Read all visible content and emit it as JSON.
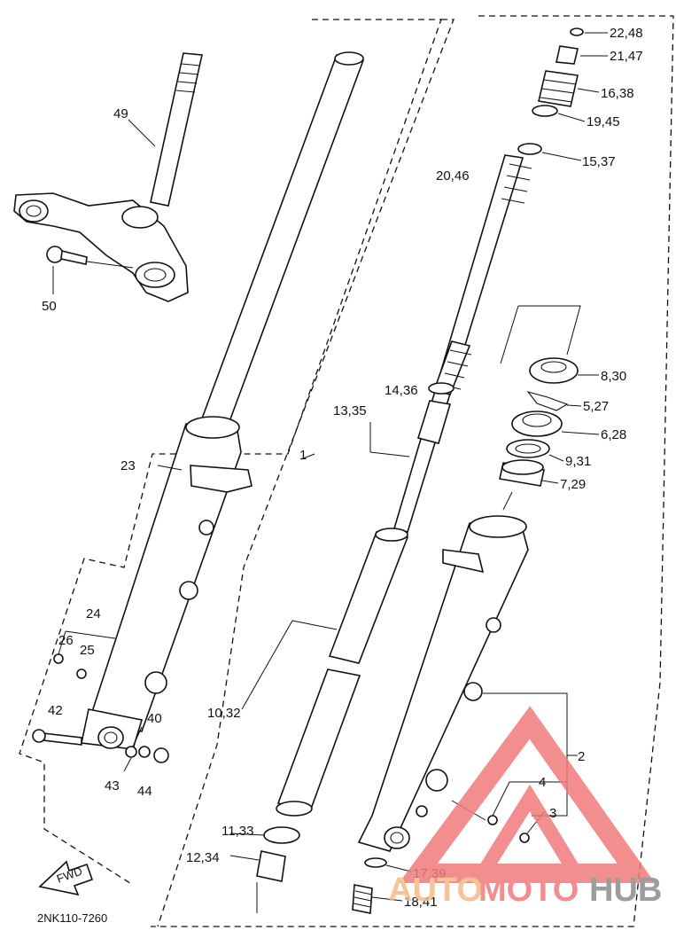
{
  "diagram": {
    "drawing_code": "2NK110-7260",
    "fwd_label": "FWD",
    "labels": {
      "p49": "49",
      "p50": "50",
      "p23": "23",
      "p24": "24",
      "p25": "25",
      "p26": "26",
      "p40": "40",
      "p42": "42",
      "p43": "43",
      "p44": "44",
      "p1": "1",
      "p2": "2",
      "p3": "3",
      "p4": "4",
      "p10_32": "10,32",
      "p11_33": "11,33",
      "p12_34": "12,34",
      "p13_35": "13,35",
      "p14_36": "14,36",
      "p20_46": "20,46",
      "p22_48": "22,48",
      "p21_47": "21,47",
      "p16_38": "16,38",
      "p19_45": "19,45",
      "p15_37": "15,37",
      "p8_30": "8,30",
      "p5_27": "5,27",
      "p6_28": "6,28",
      "p9_31": "9,31",
      "p7_29": "7,29",
      "p17_39": "17,39",
      "p18_41": "18,41"
    }
  },
  "watermark": {
    "brand_part1": "AUTO",
    "brand_part2": "MOTO",
    "brand_part3": "HUB",
    "colors": {
      "triangle": "#f07b7b",
      "auto": "#f6b985",
      "moto": "#f07b7b",
      "hub": "#8c8c8c"
    }
  }
}
